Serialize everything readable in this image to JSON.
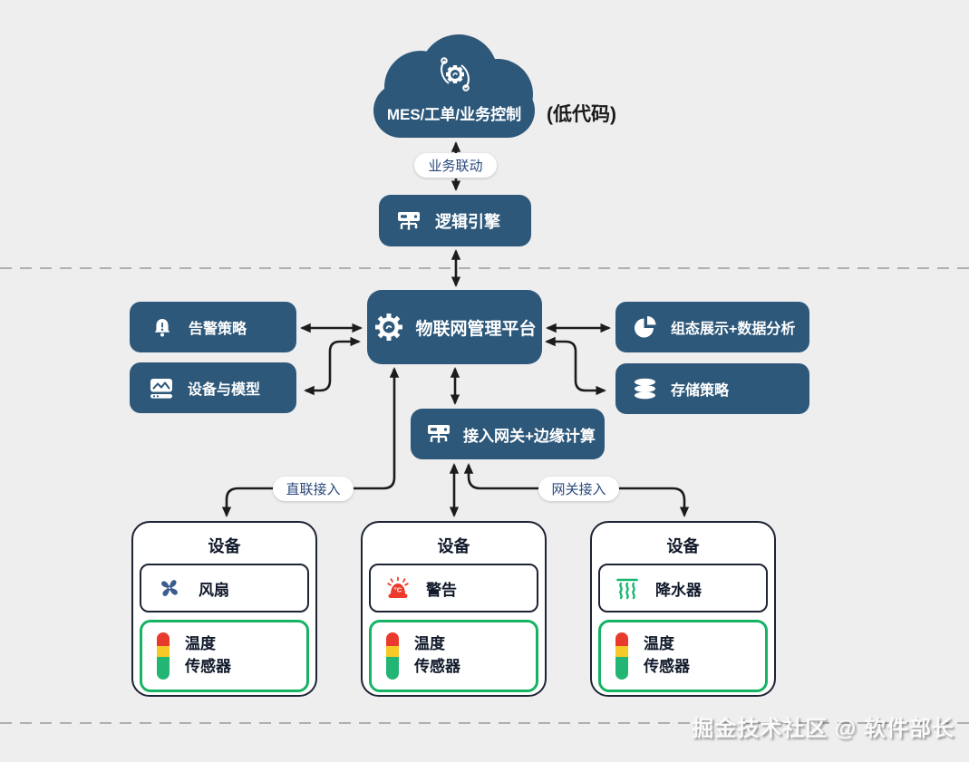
{
  "colors": {
    "background": "#eeeeef",
    "node_blue": "#2d587a",
    "arrow_black": "#1c1c1c",
    "dashed_line_gray": "#aeaeb4",
    "pill_text_blue": "#2b4a7d",
    "sensor_green_border": "#17b364",
    "alarm_red": "#ee3a2c",
    "fan_blue": "#3b5c8e",
    "steam_green": "#12b76a",
    "temp_bar_red": "#e93a2e",
    "temp_bar_yellow": "#f5c928",
    "temp_bar_green": "#22b573"
  },
  "cloud": {
    "label": "MES/工单/业务控制",
    "icon": "automation-gear-icon"
  },
  "side_note": "(低代码)",
  "edge_labels": {
    "business_link": "业务联动",
    "direct_access": "直联接入",
    "gateway_access": "网关接入"
  },
  "nodes": {
    "logic_engine": {
      "label": "逻辑引擎",
      "icon": "hub-icon"
    },
    "platform": {
      "label": "物联网管理平台",
      "icon": "gear-icon"
    },
    "alarm_policy": {
      "label": "告警策略",
      "icon": "alarm-bell-icon"
    },
    "device_model": {
      "label": "设备与模型",
      "icon": "device-model-icon"
    },
    "visualization": {
      "label": "组态展示+数据分析",
      "icon": "pie-chart-icon"
    },
    "storage_policy": {
      "label": "存储策略",
      "icon": "database-icon"
    },
    "gateway": {
      "label": "接入网关+边缘计算",
      "icon": "hub-icon"
    }
  },
  "devices": [
    {
      "title": "设备",
      "component": {
        "label": "风扇",
        "icon": "fan-icon"
      },
      "sensor": {
        "line1": "温度",
        "line2": "传感器",
        "icon": "temperature-bar-icon"
      }
    },
    {
      "title": "设备",
      "component": {
        "label": "警告",
        "icon": "alarm-siren-icon",
        "icon_text": "°C"
      },
      "sensor": {
        "line1": "温度",
        "line2": "传感器",
        "icon": "temperature-bar-icon"
      }
    },
    {
      "title": "设备",
      "component": {
        "label": "降水器",
        "icon": "steam-icon"
      },
      "sensor": {
        "line1": "温度",
        "line2": "传感器",
        "icon": "temperature-bar-icon"
      }
    }
  ],
  "watermark": "掘金技术社区 @ 软件部长"
}
